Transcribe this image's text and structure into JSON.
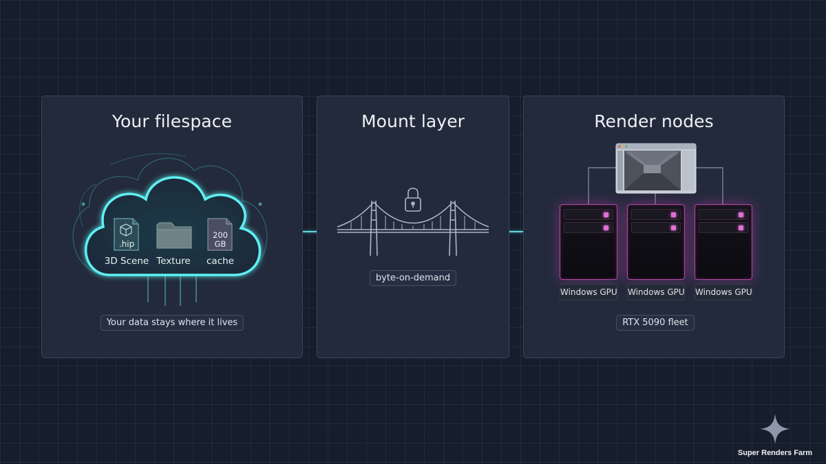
{
  "panels": {
    "filespace": {
      "title": "Your filespace",
      "files": [
        {
          "icon": "3d-scene-file-icon",
          "badge": ".hip",
          "label": "3D Scene"
        },
        {
          "icon": "folder-icon",
          "label": "Texture"
        },
        {
          "icon": "cache-file-icon",
          "badge_line1": "200",
          "badge_line2": "GB",
          "label": "cache"
        }
      ],
      "caption": "Your data stays where it lives"
    },
    "mount": {
      "title": "Mount layer",
      "icons": [
        "lock-icon",
        "bridge-icon"
      ],
      "caption": "byte-on-demand"
    },
    "render": {
      "title": "Render nodes",
      "icons": [
        "render-preview-window-icon",
        "server-icon"
      ],
      "nodes": [
        "Windows GPU",
        "Windows GPU",
        "Windows GPU"
      ],
      "caption": "RTX 5090 fleet"
    }
  },
  "brand": {
    "name": "Super Renders Farm",
    "icon": "four-point-star-icon"
  },
  "colors": {
    "background": "#161d2c",
    "panel": "#222a3b",
    "cyan_accent": "#5fd8e0",
    "magenta_accent": "#e070d6"
  }
}
